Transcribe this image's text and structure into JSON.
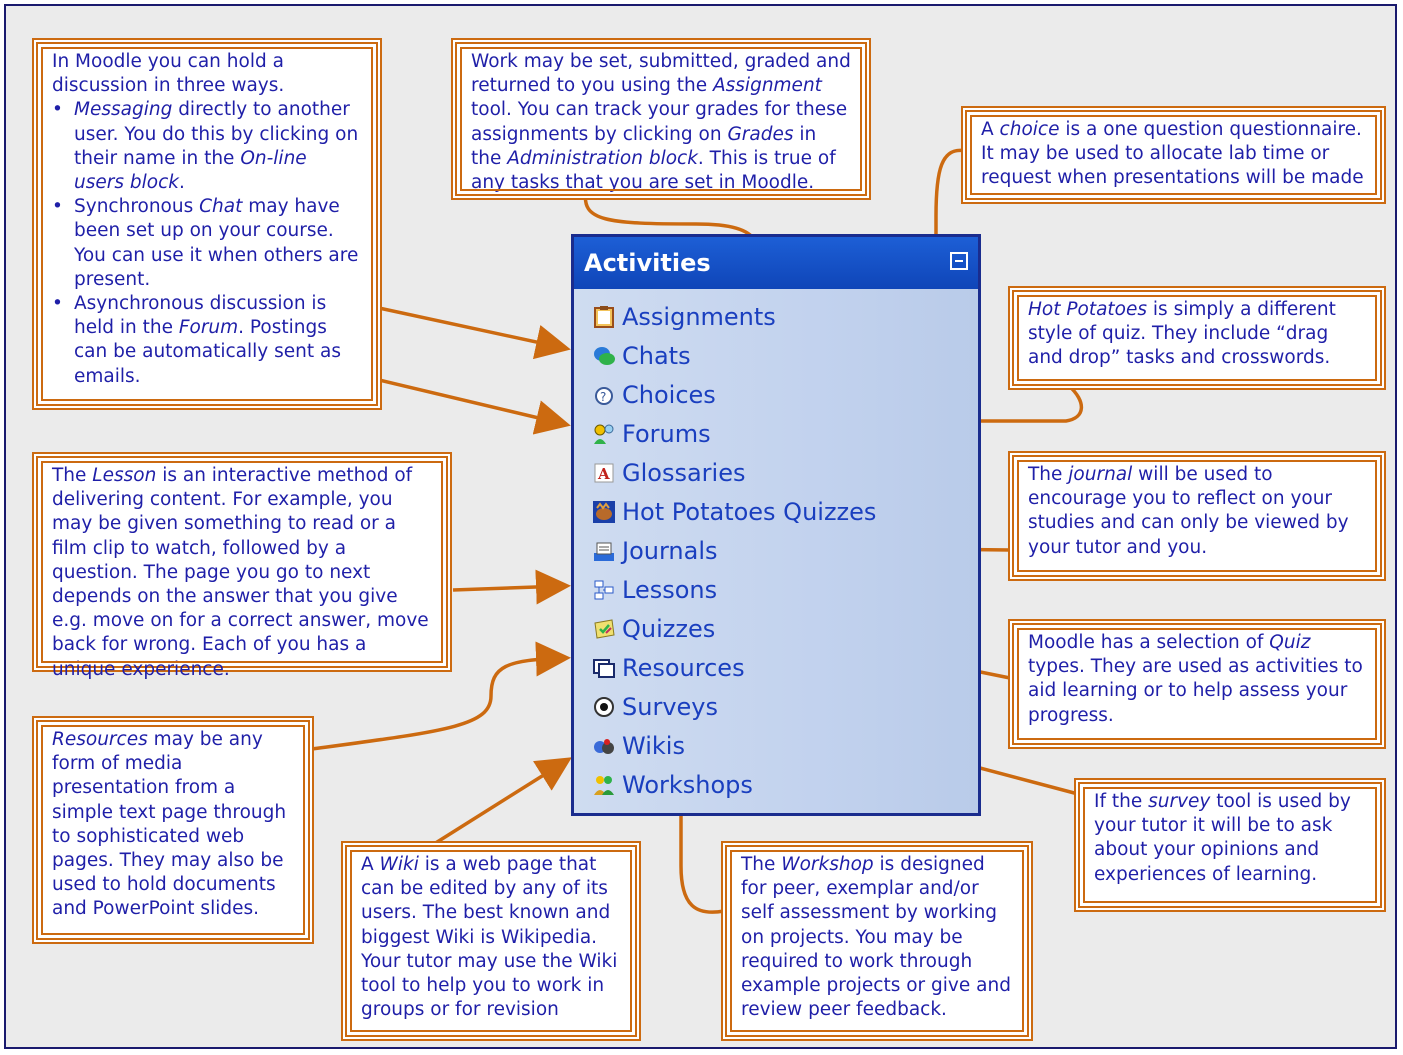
{
  "activities": {
    "title": "Activities",
    "items": [
      {
        "label": "Assignments",
        "icon": "assignment-icon"
      },
      {
        "label": "Chats",
        "icon": "chat-icon"
      },
      {
        "label": "Choices",
        "icon": "choice-icon"
      },
      {
        "label": "Forums",
        "icon": "forum-icon"
      },
      {
        "label": "Glossaries",
        "icon": "glossary-icon"
      },
      {
        "label": "Hot Potatoes Quizzes",
        "icon": "hotpot-icon"
      },
      {
        "label": "Journals",
        "icon": "journal-icon"
      },
      {
        "label": "Lessons",
        "icon": "lesson-icon"
      },
      {
        "label": "Quizzes",
        "icon": "quiz-icon"
      },
      {
        "label": "Resources",
        "icon": "resource-icon"
      },
      {
        "label": "Surveys",
        "icon": "survey-icon"
      },
      {
        "label": "Wikis",
        "icon": "wiki-icon"
      },
      {
        "label": "Workshops",
        "icon": "workshop-icon"
      }
    ]
  },
  "callouts": {
    "discussion": {
      "intro": "In Moodle you can hold a discussion in three ways.",
      "b1_em": "Messaging",
      "b1_a": " directly to another user. You do this by clicking on their name in the ",
      "b1_em2": "On-line users block",
      "b1_b": ".",
      "b2_a": "Synchronous ",
      "b2_em": "Chat",
      "b2_b": " may have been set up on your course. You can use it when others are present.",
      "b3_a": "Asynchronous discussion is held in the ",
      "b3_em": "Forum",
      "b3_b": ". Postings can be automatically sent as emails."
    },
    "assignment": {
      "a": "Work may be set, submitted, graded and returned to you using the ",
      "em1": "Assignment",
      "b": " tool. You can track your grades for these assignments by clicking on ",
      "em2": "Grades",
      "c": " in the ",
      "em3": "Administration block",
      "d": ". This is true of any tasks that you are set in Moodle."
    },
    "choice": {
      "a": "A ",
      "em": "choice",
      "b": " is a one question questionnaire. It may be used to allocate lab time or request when presentations will be made"
    },
    "hotpotatoes": {
      "em": "Hot Potatoes",
      "a": " is simply a different style of quiz. They include “drag and drop” tasks and crosswords."
    },
    "journal": {
      "a": "The ",
      "em": "journal",
      "b": " will be used to encourage you to reflect on your studies and can only be viewed by your tutor and you."
    },
    "lesson": {
      "a": "The ",
      "em": "Lesson",
      "b": " is an interactive method of delivering content. For example, you may be given something to read or a film clip to watch, followed by a question. The page you go to next depends on the answer that you give e.g. move on for a correct answer, move back for wrong. Each of you has a unique experience."
    },
    "quiz": {
      "a": "Moodle has a selection of ",
      "em": "Quiz",
      "b": " types. They are used as activities to aid learning or to help assess your progress."
    },
    "resources": {
      "em": "Resources",
      "a": " may be any form of media presentation from a simple text page through to sophisticated web pages. They may also be used to hold documents and PowerPoint slides."
    },
    "wiki": {
      "a": "A ",
      "em": "Wiki",
      "b": " is a web page that can be edited by any of its users. The best known and biggest Wiki is Wikipedia. Your tutor may use the Wiki tool to help you to work in groups or for revision"
    },
    "workshop": {
      "a": "The ",
      "em": "Workshop",
      "b": " is designed for peer, exemplar and/or self assessment by working on projects. You may be required to work through example projects or give and review peer feedback."
    },
    "survey": {
      "a": "If the ",
      "em": "survey",
      "b": " tool is used by your tutor it will be to ask about your opinions and experiences of learning."
    }
  },
  "colors": {
    "arrow": "#cc6a10",
    "text": "#1f1fa8",
    "header": "#0f45b8",
    "background": "#ebebeb"
  }
}
